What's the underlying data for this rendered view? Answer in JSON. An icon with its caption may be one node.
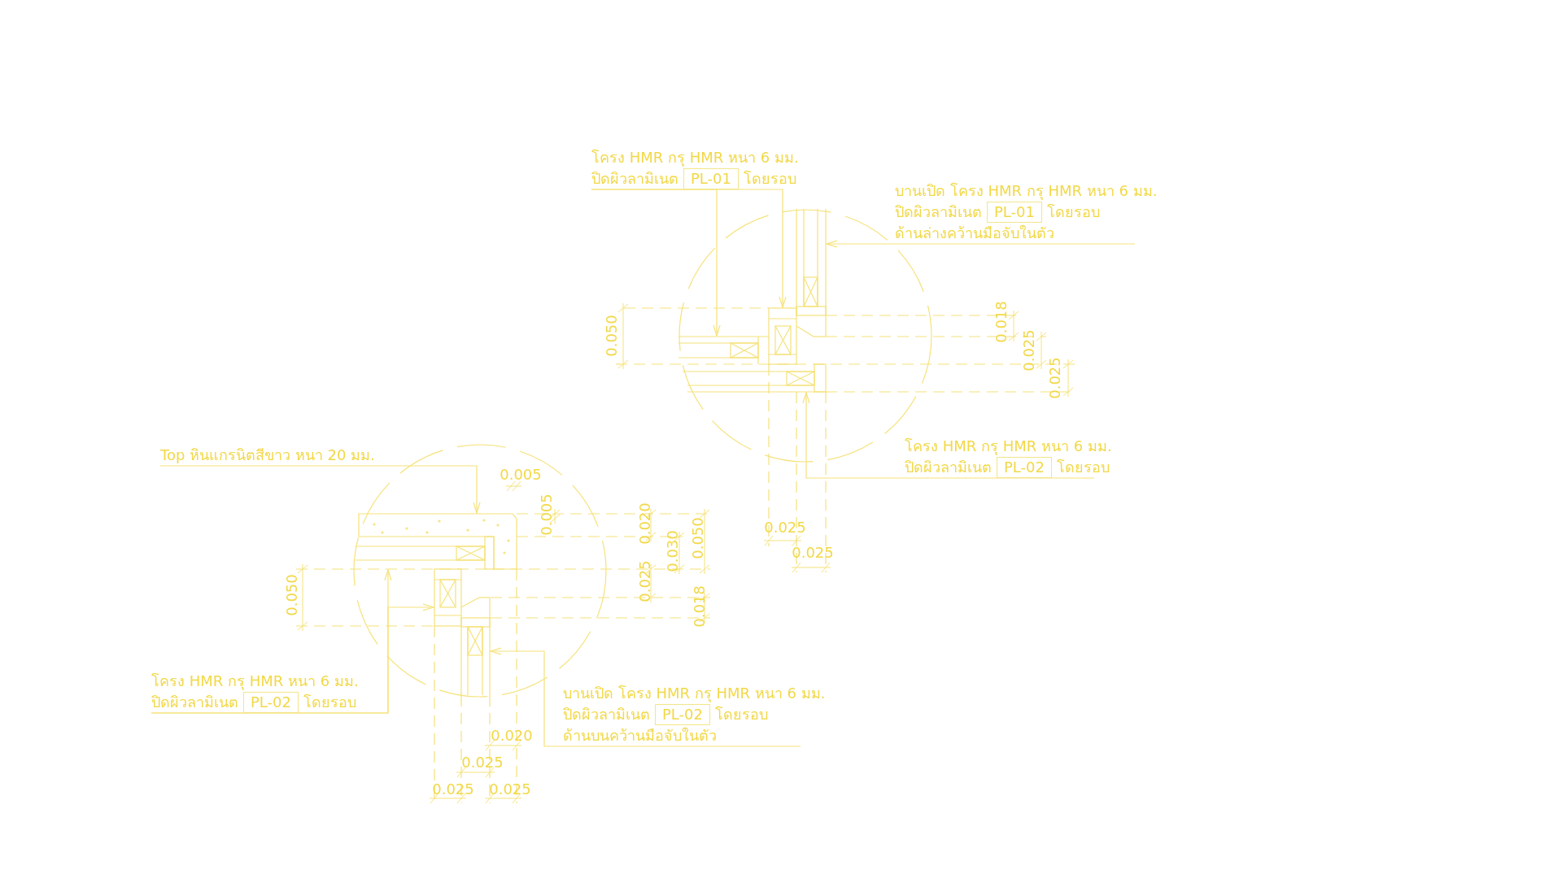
{
  "diagram": {
    "nodes": [
      {
        "text": [
          "โครง HMR กรุ HMR หนา 6 มม.",
          "ปิดผิวลามิเนต",
          "โดยรอบ"
        ]
      },
      {
        "text": [
          "PL-01"
        ],
        "in": 0
      },
      {
        "text": [
          "บานเปิด โครง HMR กรุ HMR หนา 6 มม.",
          "ปิดผิวลามิเนต",
          "โดยรอบ",
          "ด้านล่างคว้านมือจับในตัว"
        ]
      },
      {
        "text": [
          "PL-01"
        ],
        "in": 2
      },
      {
        "text": [
          "โครง HMR กรุ HMR หนา 6 มม.",
          "ปิดผิวลามิเนต",
          "โดยรอบ"
        ]
      },
      {
        "text": [
          "PL-02"
        ],
        "in": 4
      },
      {
        "text": [
          "Top หินแกรนิตสีขาว หนา 20 มม."
        ]
      },
      {
        "text": [
          "โครง HMR กรุ HMR หนา 6 มม.",
          "ปิดผิวลามิเนต",
          "โดยรอบ"
        ]
      },
      {
        "text": [
          "PL-02"
        ],
        "in": 7
      },
      {
        "text": [
          "บานเปิด โครง HMR กรุ HMR หนา 6 มม.",
          "ปิดผิวลามิเนต",
          "โดยรอบ",
          "ด้านบนคว้านมือจับในตัว"
        ]
      },
      {
        "text": [
          "PL-02"
        ],
        "in": 9
      }
    ],
    "edges": [
      {
        "from": 0,
        "to": null,
        "arrow": "to"
      },
      {
        "from": 0,
        "to": null,
        "arrow": "to"
      },
      {
        "from": 2,
        "to": null,
        "arrow": "to"
      },
      {
        "from": 4,
        "to": null,
        "arrow": "to"
      },
      {
        "from": 6,
        "to": null,
        "arrow": "to"
      },
      {
        "from": 7,
        "to": null,
        "arrow": "to"
      },
      {
        "from": 7,
        "to": null,
        "arrow": "to"
      },
      {
        "from": 9,
        "to": null,
        "arrow": "to"
      }
    ],
    "labels": [
      "0.050",
      "0.018",
      "0.025",
      "0.025",
      "0.025",
      "0.025",
      "0.005",
      "0.005",
      "0.020",
      "0.030",
      "0.050",
      "0.050",
      "0.025",
      "0.018",
      "0.020",
      "0.025",
      "0.025",
      "0.025"
    ]
  }
}
